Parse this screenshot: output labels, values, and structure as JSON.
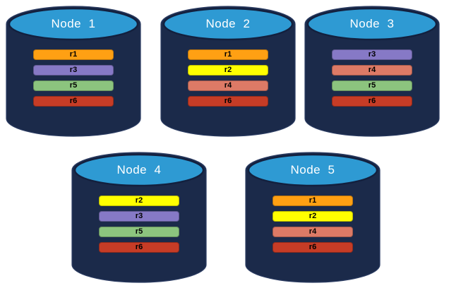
{
  "nodes": [
    {
      "label": "Node  1",
      "partitions": [
        {
          "label": "r1",
          "color": "#FFA013"
        },
        {
          "label": "r3",
          "color": "#8679C6"
        },
        {
          "label": "r5",
          "color": "#8CC47E"
        },
        {
          "label": "r6",
          "color": "#C63C26"
        }
      ]
    },
    {
      "label": "Node  2",
      "partitions": [
        {
          "label": "r1",
          "color": "#FFA013"
        },
        {
          "label": "r2",
          "color": "#FFFF00"
        },
        {
          "label": "r4",
          "color": "#DD7A66"
        },
        {
          "label": "r6",
          "color": "#C63C26"
        }
      ]
    },
    {
      "label": "Node  3",
      "partitions": [
        {
          "label": "r3",
          "color": "#8679C6"
        },
        {
          "label": "r4",
          "color": "#DD7A66"
        },
        {
          "label": "r5",
          "color": "#8CC47E"
        },
        {
          "label": "r6",
          "color": "#C63C26"
        }
      ]
    },
    {
      "label": "Node  4",
      "partitions": [
        {
          "label": "r2",
          "color": "#FFFF00"
        },
        {
          "label": "r3",
          "color": "#8679C6"
        },
        {
          "label": "r5",
          "color": "#8CC47E"
        },
        {
          "label": "r6",
          "color": "#C63C26"
        }
      ]
    },
    {
      "label": "Node  5",
      "partitions": [
        {
          "label": "r1",
          "color": "#FFA013"
        },
        {
          "label": "r2",
          "color": "#FFFF00"
        },
        {
          "label": "r4",
          "color": "#DD7A66"
        },
        {
          "label": "r6",
          "color": "#C63C26"
        }
      ]
    }
  ],
  "colors": {
    "cylinder_body": "#1B2A4A",
    "cylinder_body_edge": "#2C3D63",
    "cylinder_cap": "#2E9AD3",
    "cap_outline": "#13203E",
    "title_text": "#FFFFFF",
    "partition_text": "#000000",
    "background": "#FFFFFF",
    "partition_colors": {
      "r1": "#FFA013",
      "r2": "#FFFF00",
      "r3": "#8679C6",
      "r4": "#DD7A66",
      "r5": "#8CC47E",
      "r6": "#C63C26"
    }
  }
}
